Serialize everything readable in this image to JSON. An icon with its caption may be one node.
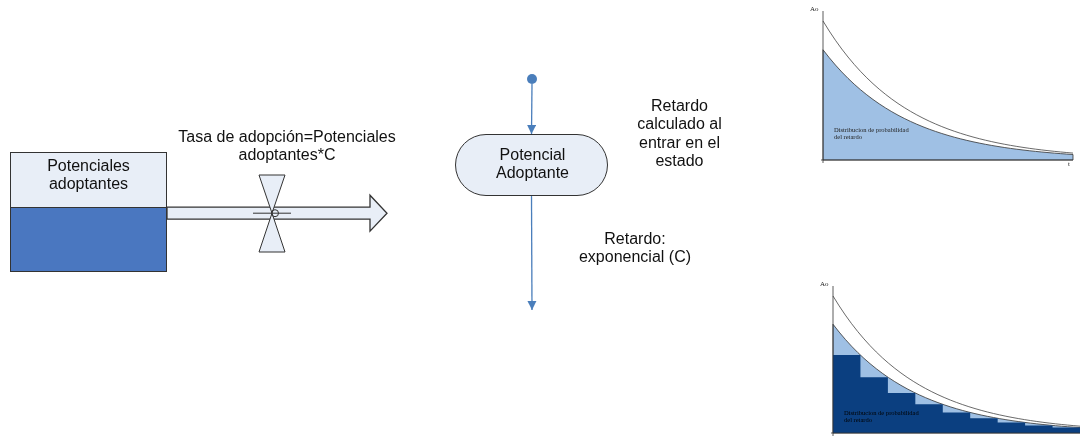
{
  "diagram": {
    "nodes": [
      {
        "text": [
          "Potenciales adoptantes"
        ]
      },
      {
        "text": [
          "Potencial Adoptante"
        ],
        "beside": [
          "Retardo calculado al entrar en el estado"
        ]
      },
      {
        "text": [],
        "shape": "circle"
      }
    ],
    "edges": [
      {
        "from": 0,
        "to": null,
        "arrow": "to",
        "style": "thick",
        "label": "Tasa de adopción=Potenciales adoptantes*C"
      },
      {
        "from": 2,
        "to": 1,
        "arrow": "to"
      },
      {
        "from": 1,
        "to": null,
        "arrow": "to",
        "label": "Retardo: exponencial (C)"
      }
    ],
    "labels": [
      "Ao",
      "Distribucion de probabilidad del retardo",
      "t",
      "Ao",
      "Distribucion de probabilidad del retardo"
    ]
  }
}
